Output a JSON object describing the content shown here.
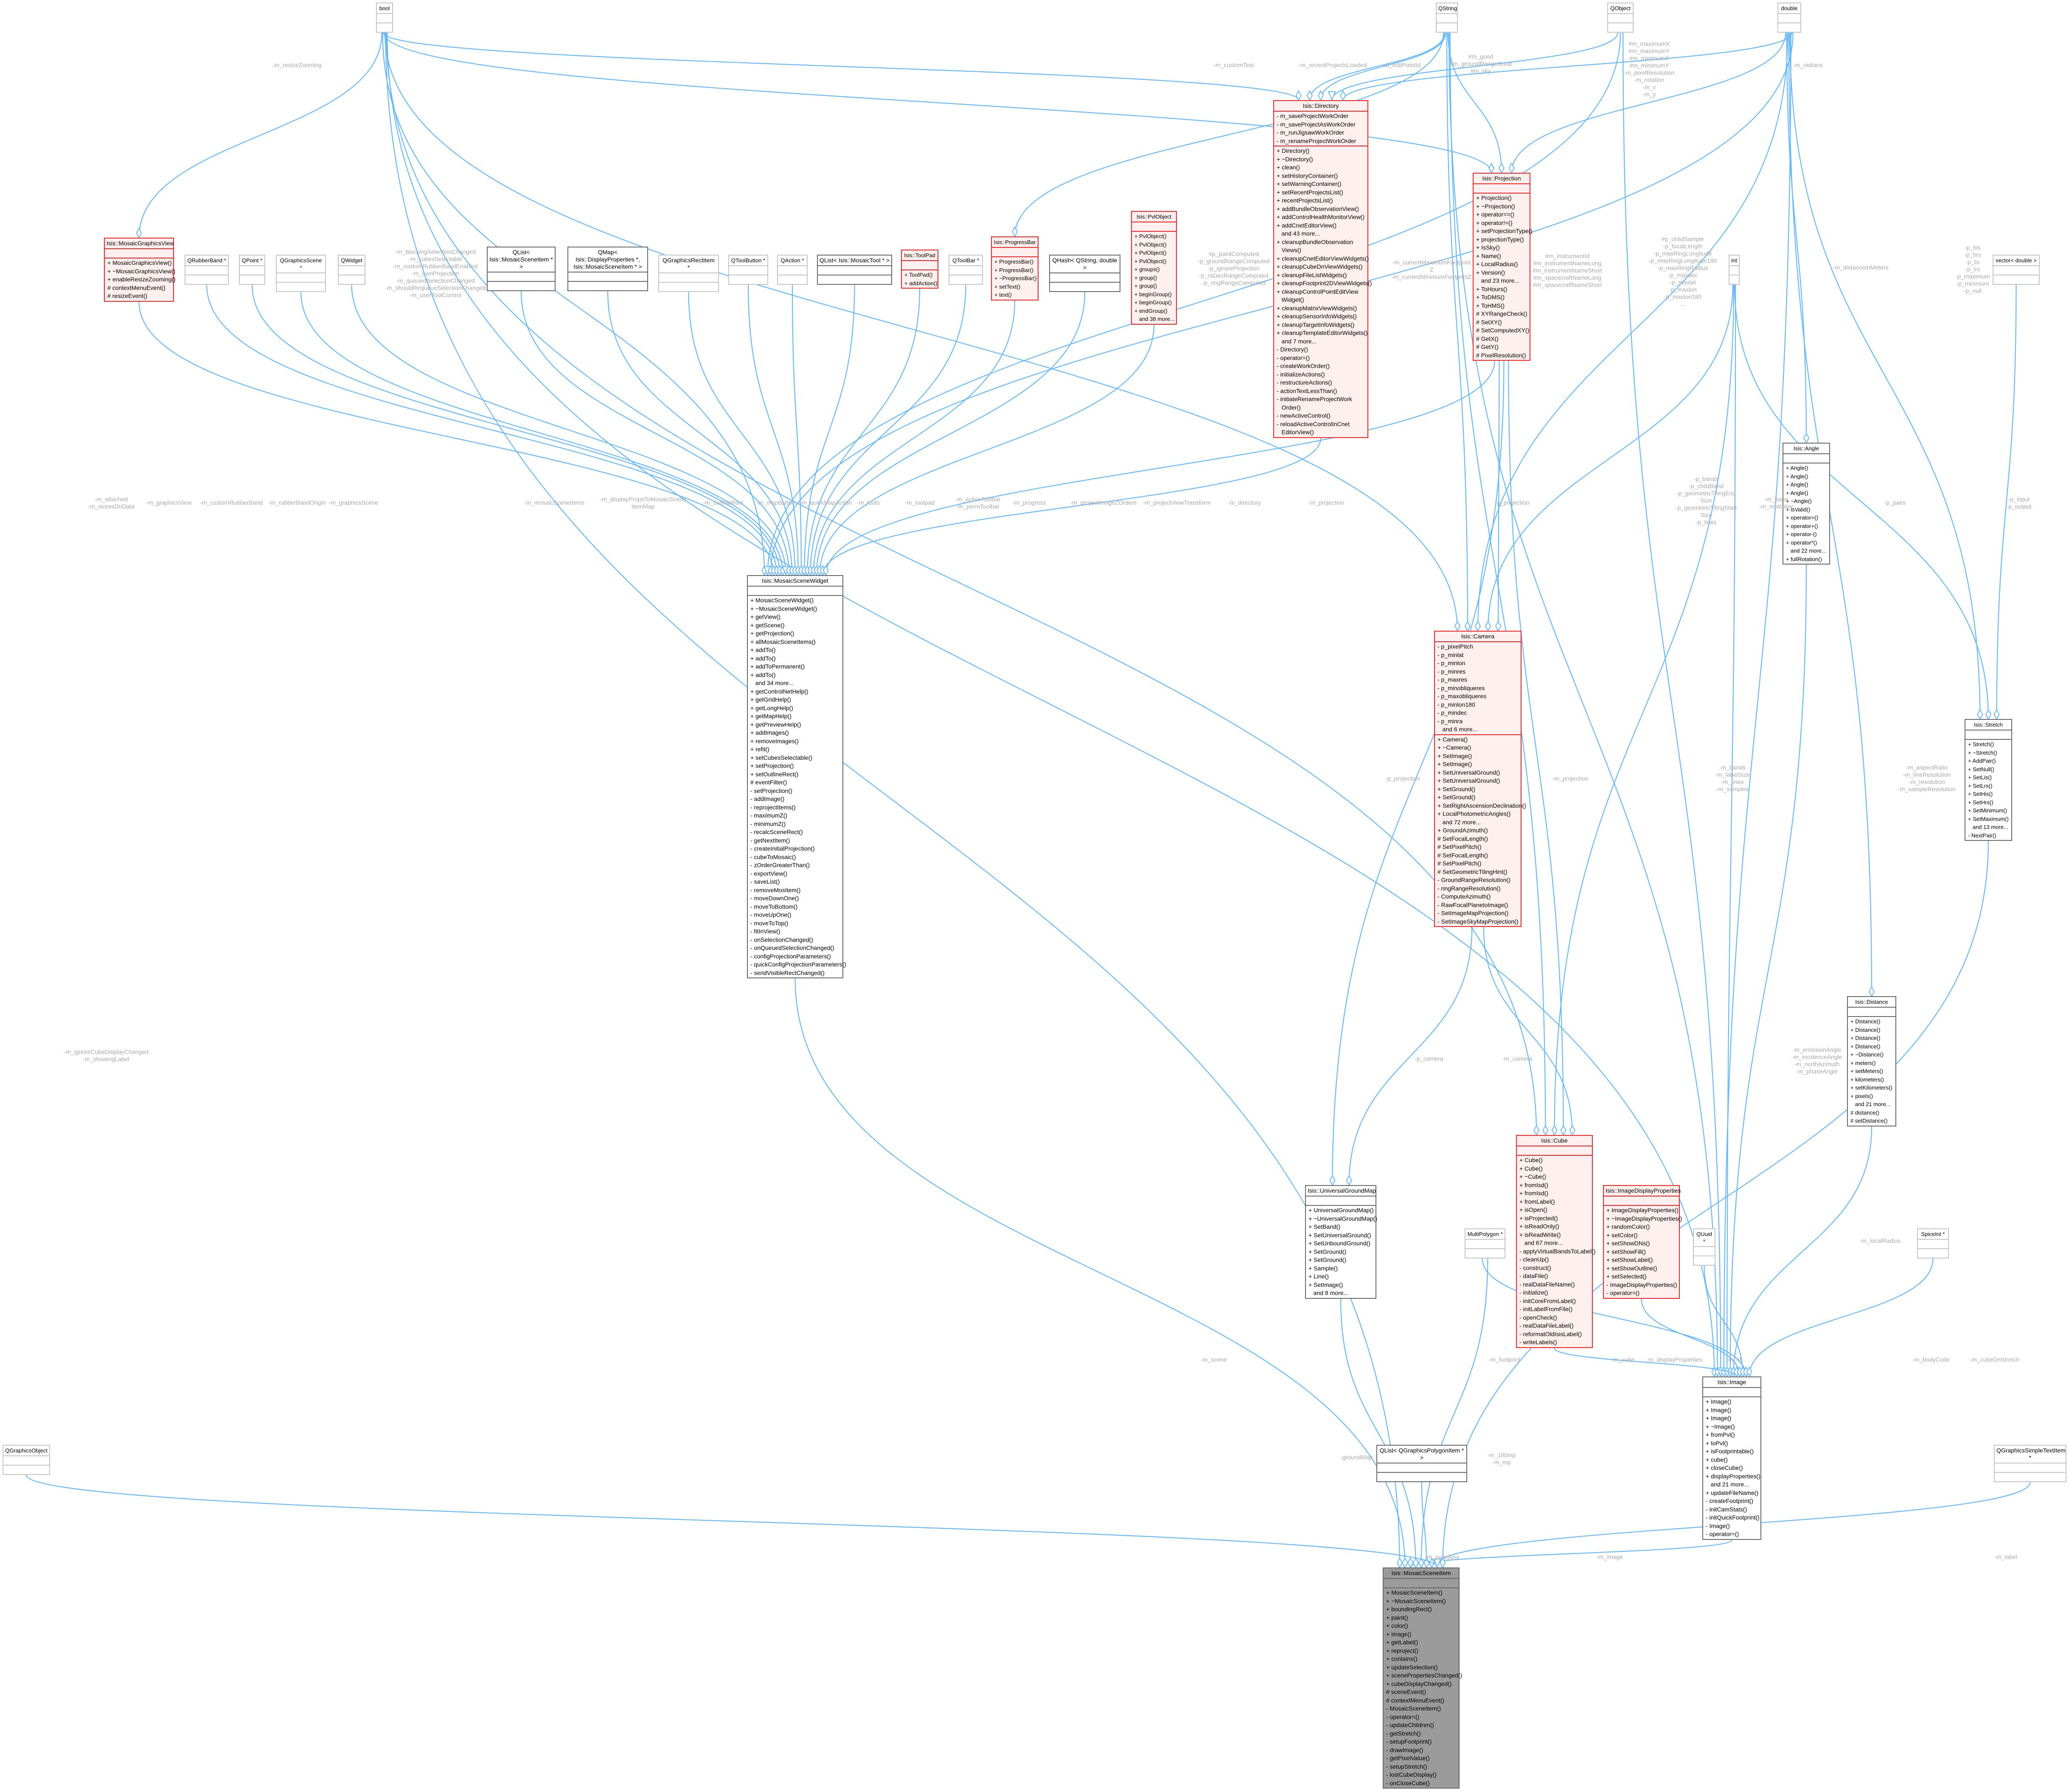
{
  "colors": {
    "edge": "#63b8ff",
    "highlight_border": "#ff2020",
    "highlight_fill": "#fff0f0",
    "focus_fill": "#9b9b9b",
    "label": "#a8a8a8"
  },
  "classes": {
    "bool": {
      "title": "bool",
      "style": "light",
      "attributes": [],
      "methods": []
    },
    "qstring": {
      "title": "QString",
      "style": "light",
      "attributes": [],
      "methods": []
    },
    "qobject": {
      "title": "QObject",
      "style": "light",
      "attributes": [],
      "methods": []
    },
    "double": {
      "title": "double",
      "style": "light",
      "attributes": [],
      "methods": []
    },
    "mosaicgraphicsview": {
      "title": "Isis::MosaicGraphicsView",
      "style": "red",
      "attributes": [],
      "methods": [
        "+ MosaicGraphicsView()",
        "+ ~MosaicGraphicsView()",
        "+ enableResizeZooming()",
        "# contextMenuEvent()",
        "# resizeEvent()"
      ]
    },
    "qrubberband": {
      "title": "QRubberBand *",
      "style": "light",
      "attributes": [],
      "methods": []
    },
    "qpoint": {
      "title": "QPoint *",
      "style": "light",
      "attributes": [],
      "methods": []
    },
    "qgraphicsscene": {
      "title": "QGraphicsScene *",
      "style": "light",
      "attributes": [],
      "methods": []
    },
    "qwidget": {
      "title": "QWidget",
      "style": "light",
      "attributes": [],
      "methods": []
    },
    "qlistmsi": {
      "title": "QList< Isis::MosaicSceneItem * >",
      "style": "normal",
      "attributes": [],
      "methods": []
    },
    "qmap": {
      "title": "QMap< Isis::DisplayProperties *, Isis::MosaicSceneItem * >",
      "style": "normal",
      "attributes": [],
      "methods": []
    },
    "qgraphicsrectitem": {
      "title": "QGraphicsRectItem *",
      "style": "light",
      "attributes": [],
      "methods": []
    },
    "qtoolbutton": {
      "title": "QToolButton *",
      "style": "light",
      "attributes": [],
      "methods": []
    },
    "qaction": {
      "title": "QAction *",
      "style": "light",
      "attributes": [],
      "methods": []
    },
    "qlisttool": {
      "title": "QList< Isis::MosaicTool * >",
      "style": "normal",
      "attributes": [],
      "methods": []
    },
    "toolpad": {
      "title": "Isis::ToolPad",
      "style": "red",
      "attributes": [],
      "methods": [
        "+ ToolPad()",
        "+ addAction()"
      ]
    },
    "qtoolbar": {
      "title": "QToolBar *",
      "style": "light",
      "attributes": [],
      "methods": []
    },
    "progressbar": {
      "title": "Isis::ProgressBar",
      "style": "red",
      "attributes": [],
      "methods": [
        "+ ProgressBar()",
        "+ ProgressBar()",
        "+ ~ProgressBar()",
        "+ setText()",
        "+ text()"
      ]
    },
    "qhash": {
      "title": "QHash< QString, double >",
      "style": "normal",
      "attributes": [],
      "methods": []
    },
    "pvlobject": {
      "title": "Isis::PvlObject",
      "style": "red",
      "attributes": [],
      "methods": [
        "+ PvlObject()",
        "+ PvlObject()",
        "+ PvlObject()",
        "+ PvlObject()",
        "+ groups()",
        "+ group()",
        "+ group()",
        "+ beginGroup()",
        "+ beginGroup()",
        "+ endGroup()",
        "   and 38 more..."
      ]
    },
    "directory": {
      "title": "Isis::Directory",
      "style": "red",
      "attributes": [
        "- m_saveProjectWorkOrder",
        "- m_saveProjectAsWorkOrder",
        "- m_runJigsawWorkOrder",
        "- m_renameProjectWorkOrder"
      ],
      "methods": [
        "+ Directory()",
        "+ ~Directory()",
        "+ clean()",
        "+ setHistoryContainer()",
        "+ setWarningContainer()",
        "+ setRecentProjectsList()",
        "+ recentProjectsList()",
        "+ addBundleObservationView()",
        "+ addControlHealthMonitorView()",
        "+ addCnetEditorView()",
        "   and 43 more...",
        "+ cleanupBundleObservation\n   Views()",
        "+ cleanupCnetEditorViewWidgets()",
        "+ cleanupCubeDnViewWidgets()",
        "+ cleanupFileListWidgets()",
        "+ cleanupFootprint2DViewWidgets()",
        "+ cleanupControlPointEditView\n   Widget()",
        "+ cleanupMatrixViewWidgets()",
        "+ cleanupSensorInfoWidgets()",
        "+ cleanupTargetInfoWidgets()",
        "+ cleanupTemplateEditorWidgets()",
        "   and 7 more...",
        "- Directory()",
        "- operator=()",
        "- createWorkOrder()",
        "- initializeActions()",
        "- restructureActions()",
        "- actionTextLessThan()",
        "- initiateRenameProjectWork\n   Order()",
        "- newActiveControl()",
        "- reloadActiveControlInCnet\n   EditorView()"
      ]
    },
    "projection": {
      "title": "Isis::Projection",
      "style": "red",
      "attributes": [],
      "methods": [
        "+ Projection()",
        "+ ~Projection()",
        "+ operator==()",
        "+ operator!=()",
        "+ setProjectionType()",
        "+ projectionType()",
        "+ IsSky()",
        "+ Name()",
        "+ LocalRadius()",
        "+ Version()",
        "   and 23 more...",
        "+ ToHours()",
        "+ ToDMS()",
        "+ ToHMS()",
        "# XYRangeCheck()",
        "# SetXY()",
        "# SetComputedXY()",
        "# GetX()",
        "# GetY()",
        "# PixelResolution()"
      ]
    },
    "int": {
      "title": "int",
      "style": "light",
      "attributes": [],
      "methods": []
    },
    "vector": {
      "title": "vector< double >",
      "style": "light",
      "attributes": [],
      "methods": []
    },
    "angle": {
      "title": "Isis::Angle",
      "style": "normal",
      "attributes": [],
      "methods": [
        "+ Angle()",
        "+ Angle()",
        "+ Angle()",
        "+ Angle()",
        "+ ~Angle()",
        "+ isValid()",
        "+ operator=()",
        "+ operator+()",
        "+ operator-()",
        "+ operator*()",
        "   and 22 more...",
        "+ fullRotation()"
      ]
    },
    "stretch": {
      "title": "Isis::Stretch",
      "style": "normal",
      "attributes": [],
      "methods": [
        "+ Stretch()",
        "+ ~Stretch()",
        "+ AddPair()",
        "+ SetNull()",
        "+ SetLis()",
        "+ SetLrs()",
        "+ SetHis()",
        "+ SetHrs()",
        "+ SetMinimum()",
        "+ SetMaximum()",
        "   and 13 more...",
        "- NextPair()"
      ]
    },
    "msw": {
      "title": "Isis::MosaicSceneWidget",
      "style": "normal",
      "attributes": [],
      "methods": [
        "+ MosaicSceneWidget()",
        "+ ~MosaicSceneWidget()",
        "+ getView()",
        "+ getScene()",
        "+ getProjection()",
        "+ allMosaicSceneItems()",
        "+ addTo()",
        "+ addTo()",
        "+ addToPermanent()",
        "+ addTo()",
        "   and 34 more...",
        "+ getControlNetHelp()",
        "+ getGridHelp()",
        "+ getLongHelp()",
        "+ getMapHelp()",
        "+ getPreviewHelp()",
        "+ addImages()",
        "+ removeImages()",
        "+ refit()",
        "+ setCubesSelectable()",
        "+ setProjection()",
        "+ setOutlineRect()",
        "# eventFilter()",
        "- setProjection()",
        "- addImage()",
        "- reprojectItems()",
        "- maximumZ()",
        "- minimumZ()",
        "- recalcSceneRect()",
        "- getNextItem()",
        "- createInitialProjection()",
        "- cubeToMosaic()",
        "- zOrderGreaterThan()",
        "- exportView()",
        "- saveList()",
        "- removeMosItem()",
        "- moveDownOne()",
        "- moveToBottom()",
        "- moveUpOne()",
        "- moveToTop()",
        "- fitInView()",
        "- onSelectionChanged()",
        "- onQueuedSelectionChanged()",
        "- configProjectionParameters()",
        "- quickConfigProjectionParameters()",
        "- sendVisibleRectChanged()"
      ]
    },
    "camera": {
      "title": "Isis::Camera",
      "style": "red",
      "attributes": [
        "- p_pixelPitch",
        "- p_minlat",
        "- p_minlon",
        "- p_minres",
        "- p_maxres",
        "- p_minobliqueres",
        "- p_maxobliqueres",
        "- p_minlon180",
        "- p_mindec",
        "- p_minra",
        "   and 6 more..."
      ],
      "methods": [
        "+ Camera()",
        "+ ~Camera()",
        "+ SetImage()",
        "+ SetImage()",
        "+ SetUniversalGround()",
        "+ SetUniversalGround()",
        "+ SetGround()",
        "+ SetGround()",
        "+ SetRightAscensionDeclination()",
        "+ LocalPhotometricAngles()",
        "   and 72 more...",
        "+ GroundAzimuth()",
        "# SetFocalLength()",
        "# SetPixelPitch()",
        "# SetFocalLength()",
        "# SetPixelPitch()",
        "# SetGeometricTilingHint()",
        "- GroundRangeResolution()",
        "- ringRangeResolution()",
        "- ComputeAzimuth()",
        "- RawFocalPlanetoImage()",
        "- SetImageMapProjection()",
        "- SetImageSkyMapProjection()"
      ]
    },
    "distance": {
      "title": "Isis::Distance",
      "style": "normal",
      "attributes": [],
      "methods": [
        "+ Distance()",
        "+ Distance()",
        "+ Distance()",
        "+ Distance()",
        "+ ~Distance()",
        "+ meters()",
        "+ setMeters()",
        "+ kilometers()",
        "+ setKilometers()",
        "+ pixels()",
        "   and 21 more...",
        "# distance()",
        "# setDistance()"
      ]
    },
    "cube": {
      "title": "Isis::Cube",
      "style": "red",
      "attributes": [],
      "methods": [
        "+ Cube()",
        "+ Cube()",
        "+ ~Cube()",
        "+ fromIsd()",
        "+ fromIsd()",
        "+ fromLabel()",
        "+ isOpen()",
        "+ isProjected()",
        "+ isReadOnly()",
        "+ isReadWrite()",
        "   and 67 more...",
        "- applyVirtualBandsToLabel()",
        "- cleanUp()",
        "- construct()",
        "- dataFile()",
        "- realDataFileName()",
        "- initialize()",
        "- initCoreFromLabel()",
        "- initLabelFromFile()",
        "- openCheck()",
        "- realDataFileLabel()",
        "- reformatOldIsisLabel()",
        "- writeLabels()"
      ]
    },
    "ugm": {
      "title": "Isis::UniversalGroundMap",
      "style": "normal",
      "attributes": [],
      "methods": [
        "+ UniversalGroundMap()",
        "+ ~UniversalGroundMap()",
        "+ SetBand()",
        "+ SetUniversalGround()",
        "+ SetUnboundGround()",
        "+ SetGround()",
        "+ SetGround()",
        "+ Sample()",
        "+ Line()",
        "+ SetImage()",
        "   and 8 more..."
      ]
    },
    "multipolygon": {
      "title": "MultiPolygon *",
      "style": "light",
      "attributes": [],
      "methods": []
    },
    "idp": {
      "title": "Isis::ImageDisplayProperties",
      "style": "red",
      "attributes": [],
      "methods": [
        "+ ImageDisplayProperties()",
        "+ ~ImageDisplayProperties()",
        "+ randomColor()",
        "+ setColor()",
        "+ setShowDNs()",
        "+ setShowFill()",
        "+ setShowLabel()",
        "+ setShowOutline()",
        "+ setSelected()",
        "- ImageDisplayProperties()",
        "- operator=()"
      ]
    },
    "quuid": {
      "title": "QUuid *",
      "style": "light",
      "attributes": [],
      "methods": []
    },
    "spiceint": {
      "title": "SpiceInt *",
      "style": "light",
      "attributes": [],
      "methods": []
    },
    "image": {
      "title": "Isis::Image",
      "style": "normal",
      "attributes": [],
      "methods": [
        "+ Image()",
        "+ Image()",
        "+ Image()",
        "+ ~Image()",
        "+ fromPvl()",
        "+ toPvl()",
        "+ isFootprintable()",
        "+ cube()",
        "+ closeCube()",
        "+ displayProperties()",
        "   and 21 more...",
        "+ updateFileName()",
        "- createFootprint()",
        "- initCamStats()",
        "- initQuickFootprint()",
        "- Image()",
        "- operator=()"
      ]
    },
    "qgraphicsobject": {
      "title": "QGraphicsObject",
      "style": "light",
      "attributes": [],
      "methods": []
    },
    "qlistpoly": {
      "title": "QList< QGraphicsPolygonItem * >",
      "style": "normal",
      "attributes": [],
      "methods": []
    },
    "qgsti": {
      "title": "QGraphicsSimpleTextItem *",
      "style": "light",
      "attributes": [],
      "methods": []
    },
    "msi": {
      "title": "Isis::MosaicSceneItem",
      "style": "gray",
      "attributes": [],
      "methods": [
        "+ MosaicSceneItem()",
        "+ ~MosaicSceneItem()",
        "+ boundingRect()",
        "+ paint()",
        "+ color()",
        "+ image()",
        "+ getLabel()",
        "+ reproject()",
        "+ contains()",
        "+ updateSelection()",
        "+ scenePropertiesChanged()",
        "+ cubeDisplayChanged()",
        "# sceneEvent()",
        "# contextMenuEvent()",
        "- MosaicSceneItem()",
        "- operator=()",
        "- updateChildren()",
        "- getStretch()",
        "- setupFootprint()",
        "- drawImage()",
        "- getPixelValue()",
        "- setupStretch()",
        "- lostCubeDisplay()",
        "- onCloseCube()"
      ]
    }
  },
  "edge_labels": {
    "resizeZooming": "-m_resizeZooming",
    "mswBools": "-m_blockingSelectionChanged\n-m_cubesSelectable\n-m_customRubberBandEnabled\n-m_ownProjection\n-m_queuedSelectionChanged\n-m_shouldRequeueSelectionChanged\n-m_userToolControl",
    "attached": "-m_attached\n-m_storesDnData",
    "graphicsView": "-m_graphicsView",
    "customRubberBand": "-m_customRubberBand",
    "rubberBandOrigin": "-m_rubberBandOrigin",
    "graphicsScene": "-m_graphicsScene",
    "mosaicSceneItems": "-m_mosaicSceneItems",
    "displayPropsMap": "-m_displayPropsToMosaicScene\nItemMap",
    "outlineRect": "-m_outlineRect",
    "mapButton": "-m_mapButton",
    "quickMapAction": "-m_quickMapAction",
    "tools": "-m_tools",
    "toolpad": "-m_toolpad",
    "toolbars": "-m_activeToolbar\n-m_permToolbar",
    "progress": "-m_progress",
    "zOrders": "-m_projectImageZOrders",
    "viewTransform": "-m_projectViewTransform",
    "directory": "-m_directory",
    "mProjection": "-m_projection",
    "pProjectionCam": "-p_projection",
    "customText": "-m_customText",
    "recentProjects": "-m_recentProjectsLoaded",
    "editPointId": "-m_editPointId",
    "projBools": "#m_good\n#m_groundRangeGood\n#m_sky",
    "projDoubles": "#m_maximumX\n#m_maximumY\n#m_minimumX\n#m_minimumY\n-m_pixelResolution\n-m_rotation\n-m_x\n-m_y",
    "radians": "-m_radians",
    "camBools": "#p_pointComputed\n-p_groundRangeComputed\n-p_ignoreProjection\n-p_raDecRangeComputed\n-p_ringRangeComputed",
    "footprintZ": "-m_currentMaximumFootprint\nZ\n-m_currentMinimumFootprintZ",
    "camStrings": "#m_instrumentId\n#m_instrumentNameLong\n#m_instrumentNameShort\n#m_spacecraftNameLong\n#m_spacecraftNameShort",
    "camDoubles": "#p_childSample\n-p_focalLength\n-p_maxRingLongitude\n-p_maxRingLongitude180\n-p_maxRingRadius\n-p_maxdec\n-p_maxlat\n-p_maxlon\n-p_maxlon180\n...",
    "distanceInMeters": "-m_distanceInMeters",
    "stretchDoubles": "-p_his\n-p_hrs\n-p_lis\n-p_lrs\n-p_maximum\n-p_minimum\n-p_null",
    "pairs": "-p_pairs",
    "inputOutput": "-p_input\n-p_output",
    "camInts": "-p_bands\n-p_childBand\n-p_geometricTilingEnd\nSize\n-p_geometricTilingStart\nSize\n-p_lines",
    "baseMultiplier": "-m_base\n-m_multiplier",
    "pProjectionUgm": "-p_projection",
    "cubeProjection": "-m_projection",
    "cubeInts": "-m_bands\n-m_labelSize\n-m_lines\n-m_samples",
    "imageDoubles": "-m_aspectRatio\n-m_lineResolution\n-m_resolution\n-m_sampleResolution",
    "pCamera": "-p_camera",
    "mCamera": "-m_camera",
    "angles": "-m_emissionAngle\n-m_incidenceAngle\n-m_northAzimuth\n-m_phaseAngle",
    "localRadius": "-m_localRadius",
    "msiBools": "-m_ignoreCubeDisplayChanged\n-m_showingLabel",
    "scene": "-m_scene",
    "groundMap": "-groundMap",
    "mp": "-m_180mp\n-m_mp",
    "footprint": "-m_footprint",
    "cube": "-m_cube",
    "displayProperties": "-m_displayProperties",
    "id": "-m_id",
    "bodyCode": "-m_bodyCode",
    "cubeDnStretch": "-m_cubeDnStretch",
    "polygons": "-m_polygons",
    "image": "-m_image",
    "label": "-m_label"
  }
}
